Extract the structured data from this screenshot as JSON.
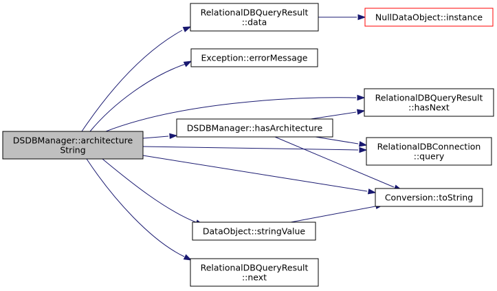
{
  "graph": {
    "edge_color": "#191970",
    "root_fill": "#bfbfbf",
    "missing_stroke": "#ff0000",
    "nodes": [
      {
        "id": "root",
        "lines": [
          "DSDBManager::architecture",
          "String"
        ],
        "style": "root"
      },
      {
        "id": "rdqr_data",
        "lines": [
          "RelationalDBQueryResult",
          "::data"
        ],
        "style": "normal"
      },
      {
        "id": "null_instance",
        "lines": [
          "NullDataObject::instance"
        ],
        "style": "missing"
      },
      {
        "id": "exception_error",
        "lines": [
          "Exception::errorMessage"
        ],
        "style": "normal"
      },
      {
        "id": "rdqr_hasnext",
        "lines": [
          "RelationalDBQueryResult",
          "::hasNext"
        ],
        "style": "normal"
      },
      {
        "id": "has_arch",
        "lines": [
          "DSDBManager::hasArchitecture"
        ],
        "style": "normal"
      },
      {
        "id": "rdc_query",
        "lines": [
          "RelationalDBConnection",
          "::query"
        ],
        "style": "normal"
      },
      {
        "id": "conv_tostring",
        "lines": [
          "Conversion::toString"
        ],
        "style": "normal"
      },
      {
        "id": "do_stringvalue",
        "lines": [
          "DataObject::stringValue"
        ],
        "style": "normal"
      },
      {
        "id": "rdqr_next",
        "lines": [
          "RelationalDBQueryResult",
          "::next"
        ],
        "style": "normal"
      }
    ],
    "edges": [
      {
        "from": "root",
        "to": "rdqr_data"
      },
      {
        "from": "rdqr_data",
        "to": "null_instance"
      },
      {
        "from": "root",
        "to": "exception_error"
      },
      {
        "from": "root",
        "to": "rdqr_hasnext"
      },
      {
        "from": "root",
        "to": "has_arch"
      },
      {
        "from": "has_arch",
        "to": "rdqr_hasnext"
      },
      {
        "from": "has_arch",
        "to": "rdc_query"
      },
      {
        "from": "has_arch",
        "to": "conv_tostring"
      },
      {
        "from": "root",
        "to": "rdc_query"
      },
      {
        "from": "root",
        "to": "conv_tostring"
      },
      {
        "from": "root",
        "to": "do_stringvalue"
      },
      {
        "from": "do_stringvalue",
        "to": "conv_tostring"
      },
      {
        "from": "root",
        "to": "rdqr_next"
      }
    ]
  }
}
